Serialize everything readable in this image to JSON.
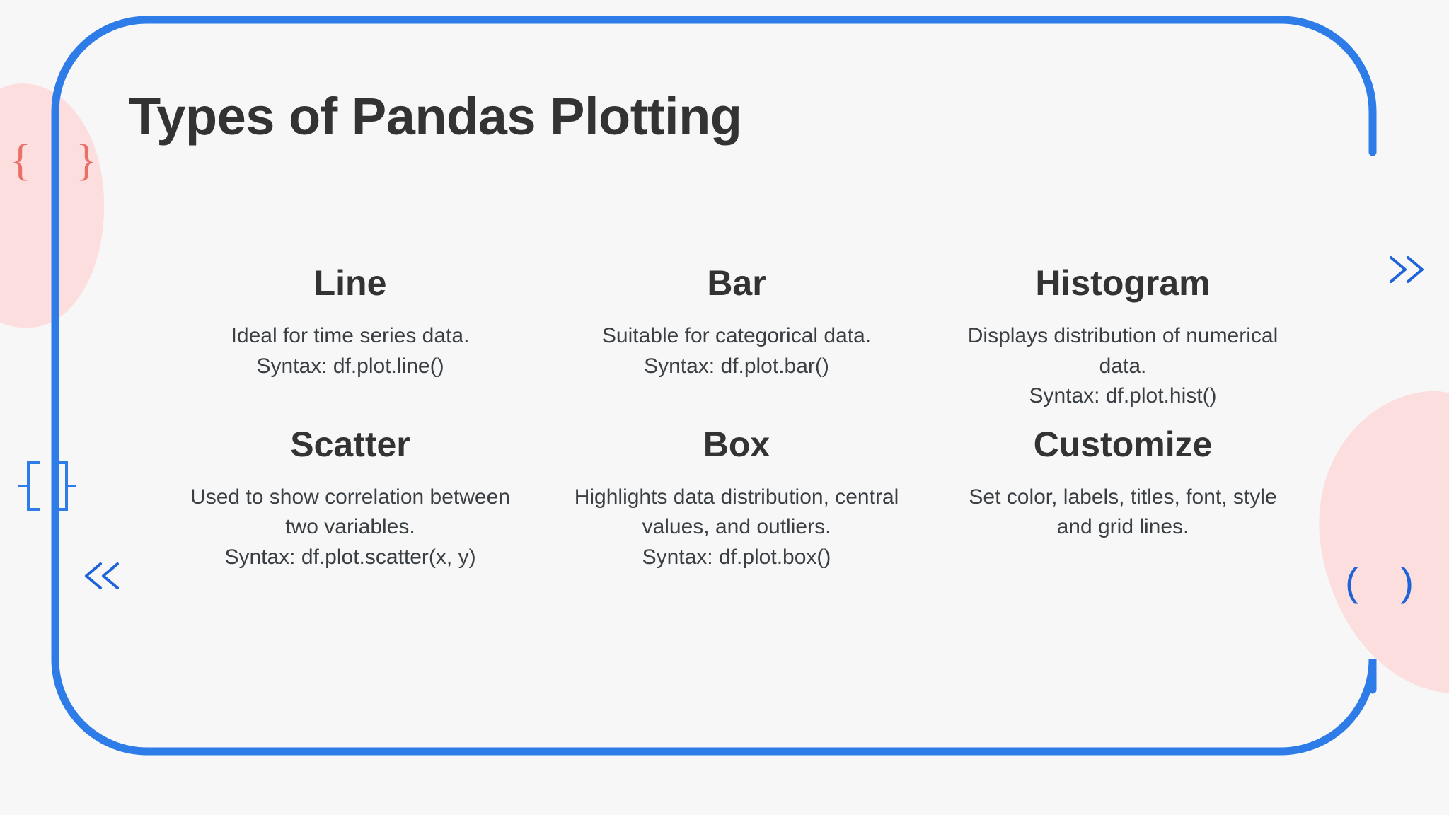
{
  "slide": {
    "title": "Types of Pandas Plotting",
    "background_color": "#f7f7f7",
    "accent_color": "#2d7ce8",
    "blob_color": "#fbdedd",
    "brace_color": "#ea6f67",
    "text_color": "#333333"
  },
  "decorations": {
    "brace_left": "{    }",
    "paren_right": "(   )",
    "bracket_left_icon": "square-brackets-icon",
    "chevron_right_icon": "double-chevron-right-icon",
    "chevron_bottom_icon": "double-chevron-left-icon"
  },
  "cards": [
    {
      "title": "Line",
      "description": "Ideal for time series data.",
      "syntax": "Syntax: df.plot.line()"
    },
    {
      "title": "Bar",
      "description": "Suitable for categorical data.",
      "syntax": "Syntax: df.plot.bar()"
    },
    {
      "title": "Histogram",
      "description": "Displays distribution of numerical data.",
      "syntax": "Syntax: df.plot.hist()"
    },
    {
      "title": "Scatter",
      "description": "Used to show correlation between two variables.",
      "syntax": "Syntax: df.plot.scatter(x, y)"
    },
    {
      "title": "Box",
      "description": "Highlights data distribution, central values, and outliers.",
      "syntax": "Syntax: df.plot.box()"
    },
    {
      "title": "Customize",
      "description": "Set color, labels, titles, font, style and grid lines.",
      "syntax": ""
    }
  ]
}
